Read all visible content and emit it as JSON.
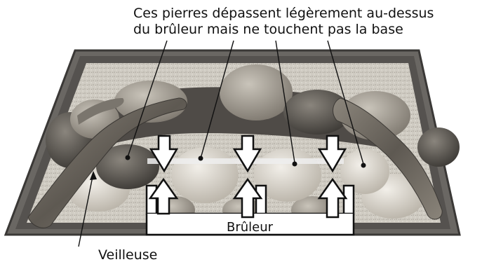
{
  "labels": {
    "stones_caption_line1": "Ces pierres dépassent légèrement au-dessus",
    "stones_caption_line2": "du brûleur mais ne touchent pas la base",
    "burner": "Brûleur",
    "pilot": "Veilleuse"
  },
  "colors": {
    "frame": "#4a4a4a",
    "sand": "#cfcbc2",
    "log": "#4f4b47",
    "arrow_fill": "#ffffff",
    "arrow_stroke": "#111111"
  }
}
